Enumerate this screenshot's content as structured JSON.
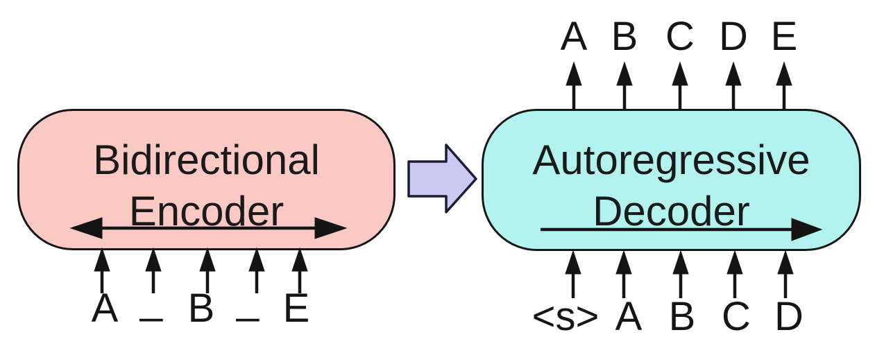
{
  "figure": {
    "type": "model-architecture-diagram",
    "encoder": {
      "title_line1": "Bidirectional",
      "title_line2": "Encoder",
      "inputs": [
        "A",
        "_",
        "B",
        "_",
        "E"
      ]
    },
    "decoder": {
      "title_line1": "Autoregressive",
      "title_line2": "Decoder",
      "outputs": [
        "A",
        "B",
        "C",
        "D",
        "E"
      ],
      "inputs": [
        "<s>",
        "A",
        "B",
        "C",
        "D"
      ]
    },
    "colors": {
      "encoder_fill": "#fbc9c4",
      "decoder_fill": "#b2f3f0",
      "connector_fill": "#c9c9f1",
      "connector_outline": "#1c1c38",
      "outline": "#161616",
      "arrow": "#141414"
    }
  }
}
